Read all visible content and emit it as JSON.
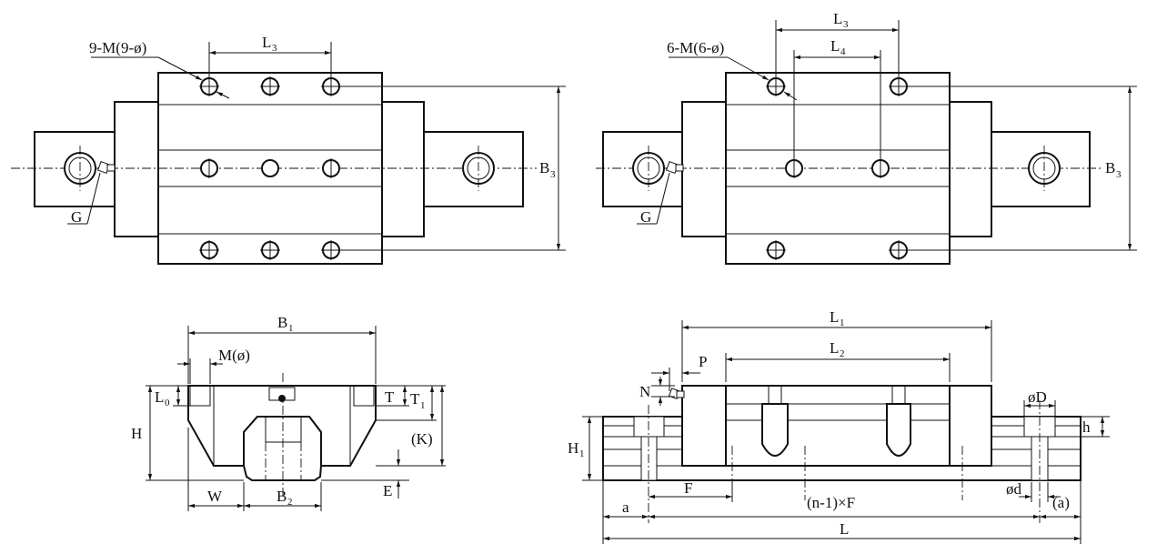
{
  "top_left": {
    "holes_label": "9-M(9-ø)",
    "l3": {
      "main": "L",
      "sub": "3"
    },
    "b3": {
      "main": "B",
      "sub": "3"
    },
    "g": "G"
  },
  "top_right": {
    "holes_label": "6-M(6-ø)",
    "l3": {
      "main": "L",
      "sub": "3"
    },
    "l4": {
      "main": "L",
      "sub": "4"
    },
    "b3": {
      "main": "B",
      "sub": "3"
    },
    "g": "G"
  },
  "front_view": {
    "b1": {
      "main": "B",
      "sub": "1"
    },
    "m": "M(ø)",
    "l0": {
      "main": "L",
      "sub": "0"
    },
    "t": "T",
    "t1": {
      "main": "T",
      "sub": "1"
    },
    "h": "H",
    "k": "(K)",
    "e": "E",
    "w": "W",
    "b2": {
      "main": "B",
      "sub": "2"
    }
  },
  "side_view": {
    "l1": {
      "main": "L",
      "sub": "1"
    },
    "l2": {
      "main": "L",
      "sub": "2"
    },
    "p": "P",
    "n": "N",
    "od": "øD",
    "h_small": "h",
    "h1": {
      "main": "H",
      "sub": "1"
    },
    "f": "F",
    "nf": "(n-1)×F",
    "d": "ød",
    "a_paren": "(a)",
    "a": "a",
    "l": "L"
  }
}
